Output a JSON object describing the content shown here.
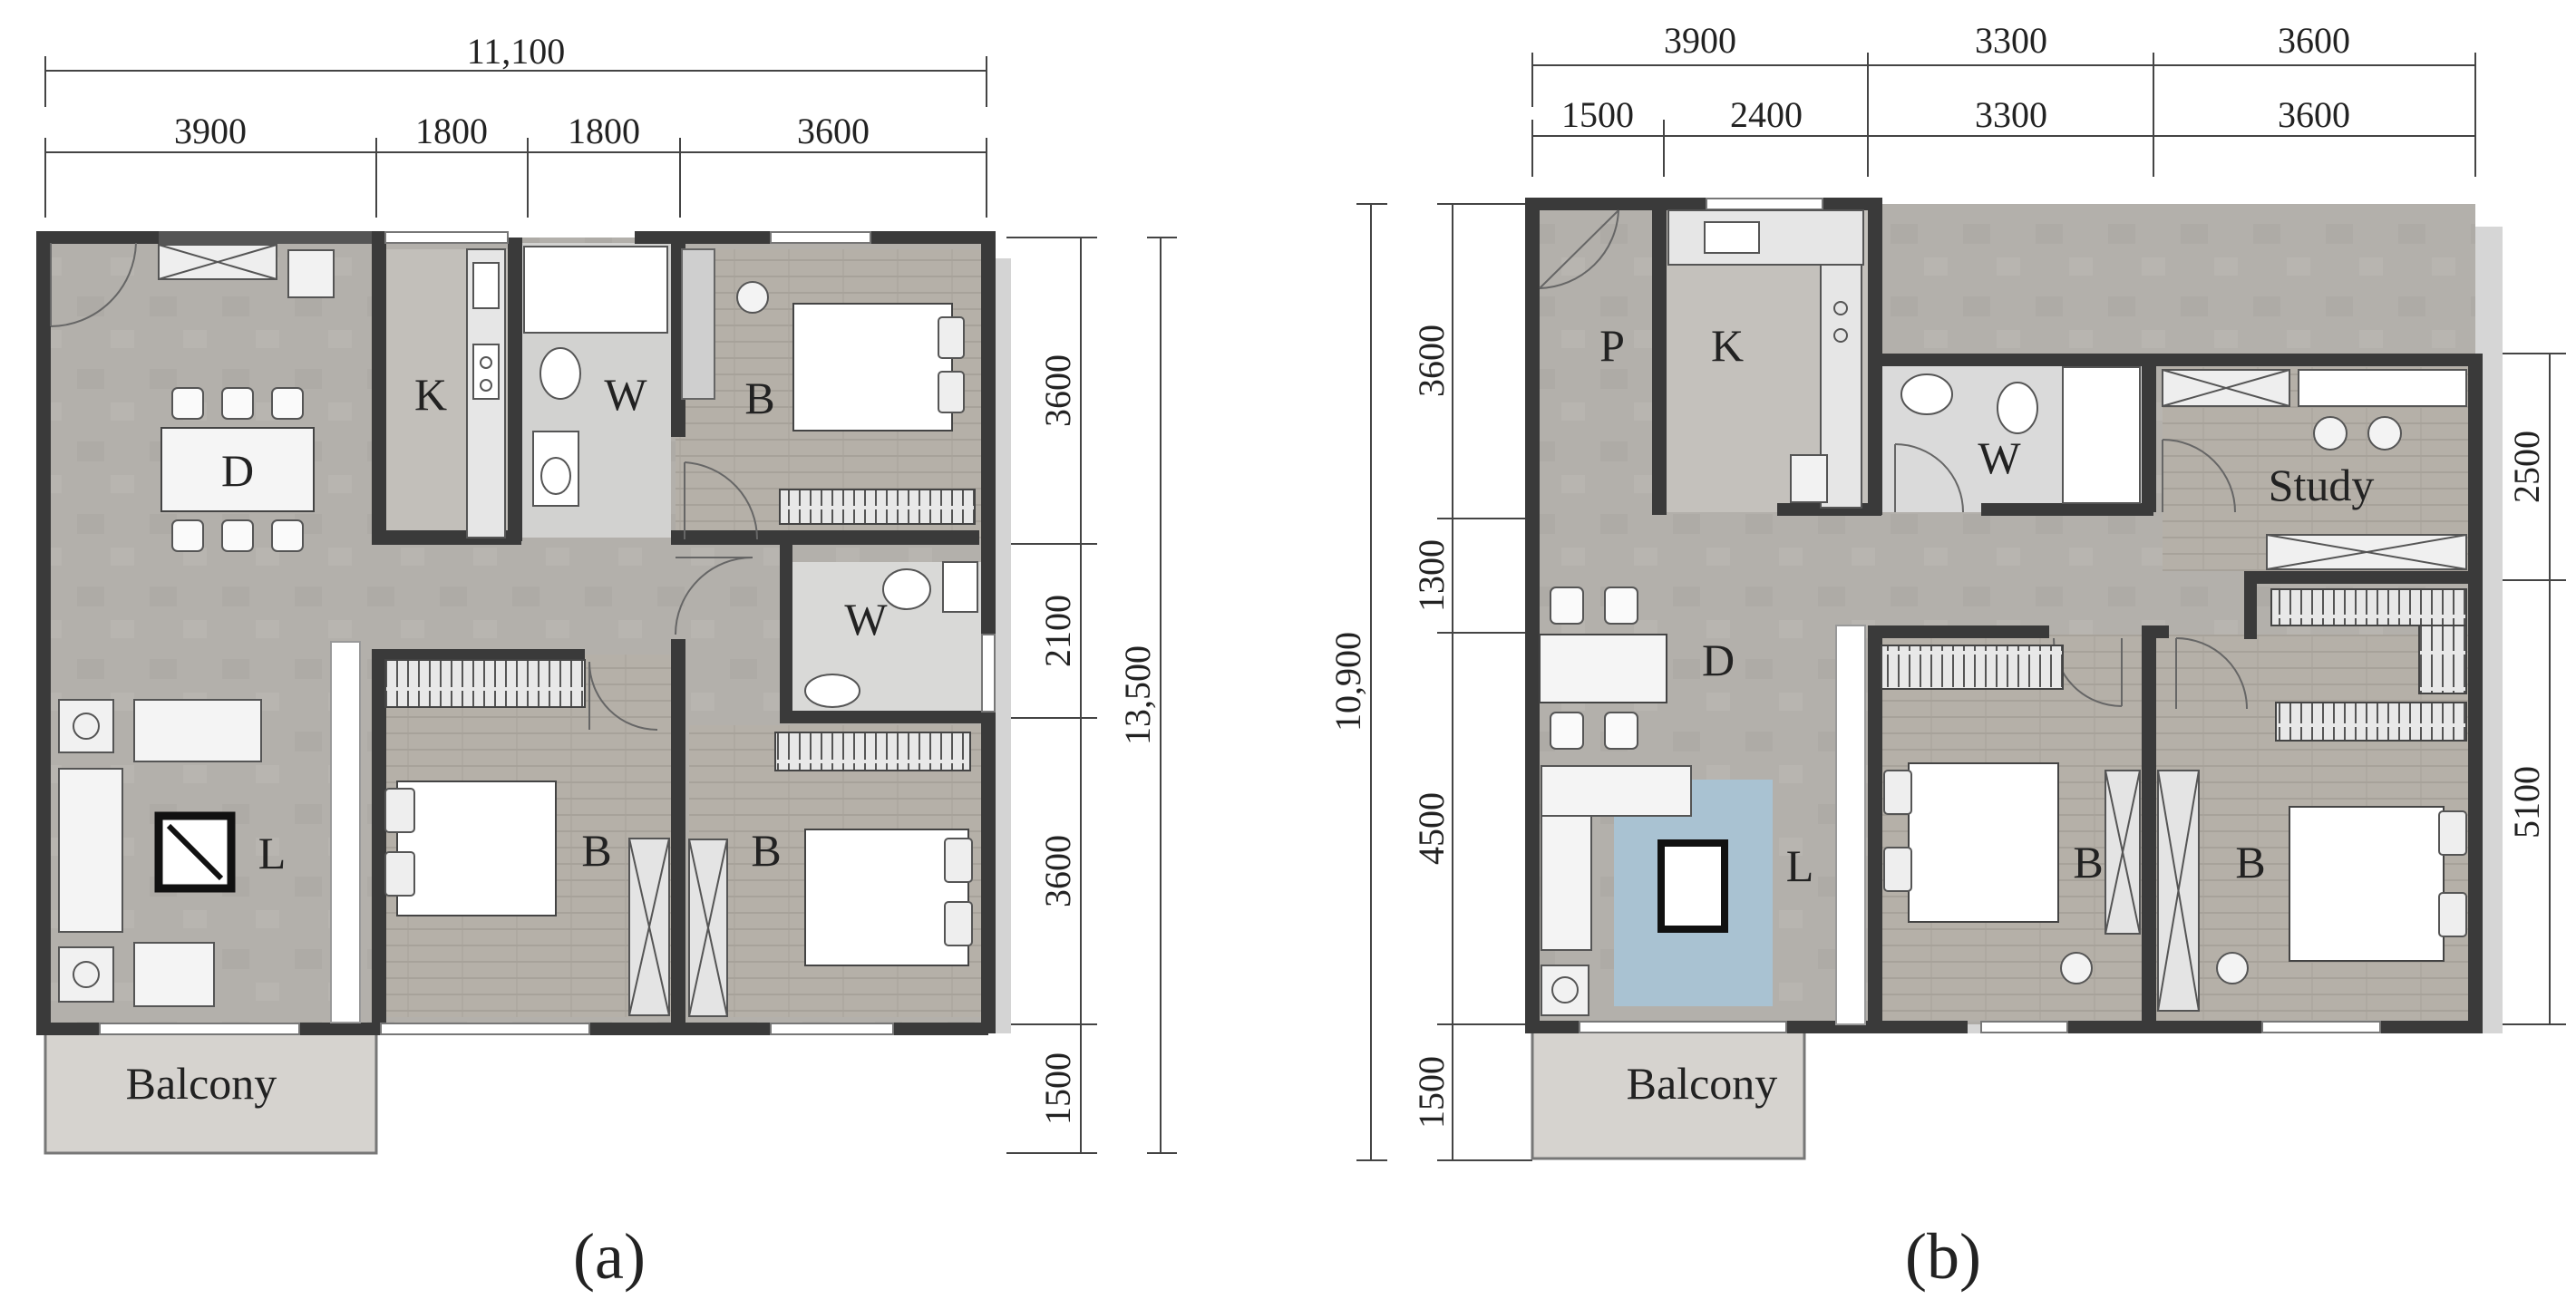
{
  "plan_a": {
    "caption": "(a)",
    "top_total": "11,100",
    "top_segments": [
      "3900",
      "1800",
      "1800",
      "3600"
    ],
    "right_segments": [
      "3600",
      "2100",
      "3600",
      "1500"
    ],
    "right_total": "13,500",
    "rooms": {
      "kitchen": "K",
      "dining": "D",
      "wc_upper": "W",
      "bedroom_upper": "B",
      "wc_lower": "W",
      "living": "L",
      "bedroom_lower_left": "B",
      "bedroom_lower_right": "B",
      "balcony": "Balcony"
    }
  },
  "plan_b": {
    "caption": "(b)",
    "top_row1": [
      "3900",
      "3300",
      "3600"
    ],
    "top_row2": [
      "1500",
      "2400",
      "3300",
      "3600"
    ],
    "left_total": "10,900",
    "left_segments": [
      "3600",
      "1300",
      "4500",
      "1500"
    ],
    "right_segments": [
      "2500",
      "5100"
    ],
    "rooms": {
      "porch": "P",
      "kitchen": "K",
      "wc": "W",
      "study": "Study",
      "dining": "D",
      "living": "L",
      "bedroom_left": "B",
      "bedroom_right": "B",
      "balcony": "Balcony"
    }
  }
}
